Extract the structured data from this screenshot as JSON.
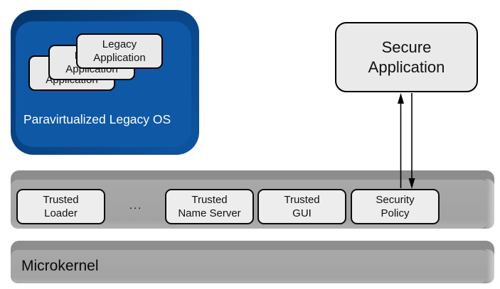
{
  "colors": {
    "legacy_os_face": "#0e58a6",
    "legacy_os_depth": "#073c78",
    "bar_face": "#a6a6a6",
    "bar_depth": "#8d8d8d",
    "bar_edge_highlight": "#cdcdcd",
    "box_fill": "#ebebeb",
    "text_on_blue": "#ffffff",
    "text_dark": "#111111"
  },
  "legacy_os": {
    "label": "Paravirtualized Legacy OS",
    "apps": [
      {
        "label": "Legacy\nApplication"
      },
      {
        "label": "Legacy\nApplication"
      },
      {
        "label": "Legacy\nApplication"
      }
    ]
  },
  "secure_app": {
    "label": "Secure\nApplication"
  },
  "services_bar": {
    "ellipsis": "...",
    "items": [
      {
        "label": "Trusted\nLoader"
      },
      {
        "label": "Trusted\nName Server"
      },
      {
        "label": "Trusted\nGUI"
      },
      {
        "label": "Security\nPolicy"
      }
    ]
  },
  "microkernel": {
    "label": "Microkernel"
  }
}
